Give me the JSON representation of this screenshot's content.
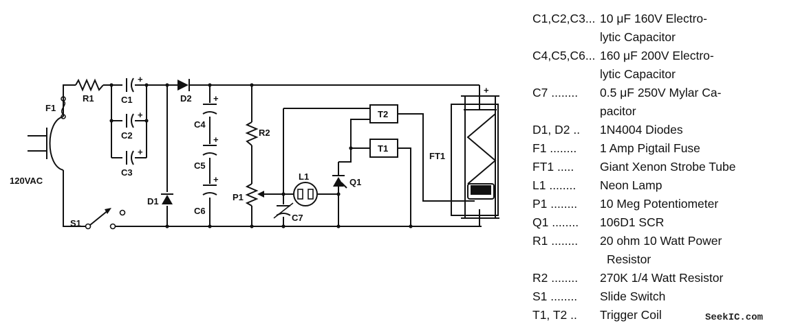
{
  "labels": {
    "F1": "F1",
    "R1": "R1",
    "C1": "C1",
    "C2": "C2",
    "C3": "C3",
    "D1": "D1",
    "D2": "D2",
    "C4": "C4",
    "C5": "C5",
    "C6": "C6",
    "R2": "R2",
    "P1": "P1",
    "C7": "C7",
    "L1": "L1",
    "Q1": "Q1",
    "T1": "T1",
    "T2": "T2",
    "FT1": "FT1",
    "S1": "S1",
    "plug": "120VAC",
    "plus": "+",
    "minus": "−"
  },
  "parts": [
    {
      "key": "C1,C2,C3...",
      "value": "10 μF 160V Electro-",
      "cont": "lytic Capacitor"
    },
    {
      "key": "C4,C5,C6...",
      "value": "160 μF 200V Electro-",
      "cont": "lytic Capacitor"
    },
    {
      "key": "C7 ........",
      "value": "0.5 μF 250V Mylar Ca-",
      "cont": "pacitor"
    },
    {
      "key": "D1, D2 ..",
      "value": "1N4004 Diodes"
    },
    {
      "key": "F1 ........",
      "value": "1 Amp Pigtail Fuse"
    },
    {
      "key": "FT1 .....",
      "value": "Giant Xenon Strobe Tube"
    },
    {
      "key": "L1 ........",
      "value": "Neon Lamp"
    },
    {
      "key": "P1 ........",
      "value": "10 Meg Potentiometer"
    },
    {
      "key": "Q1 ........",
      "value": "106D1 SCR"
    },
    {
      "key": "R1 ........",
      "value": "20 ohm 10 Watt Power",
      "cont": "Resistor"
    },
    {
      "key": "R2 ........",
      "value": "270K 1/4 Watt Resistor"
    },
    {
      "key": "S1 ........",
      "value": "Slide Switch"
    },
    {
      "key": "T1, T2 ..",
      "value": "Trigger Coil"
    }
  ],
  "watermark": "SeekIC.com"
}
